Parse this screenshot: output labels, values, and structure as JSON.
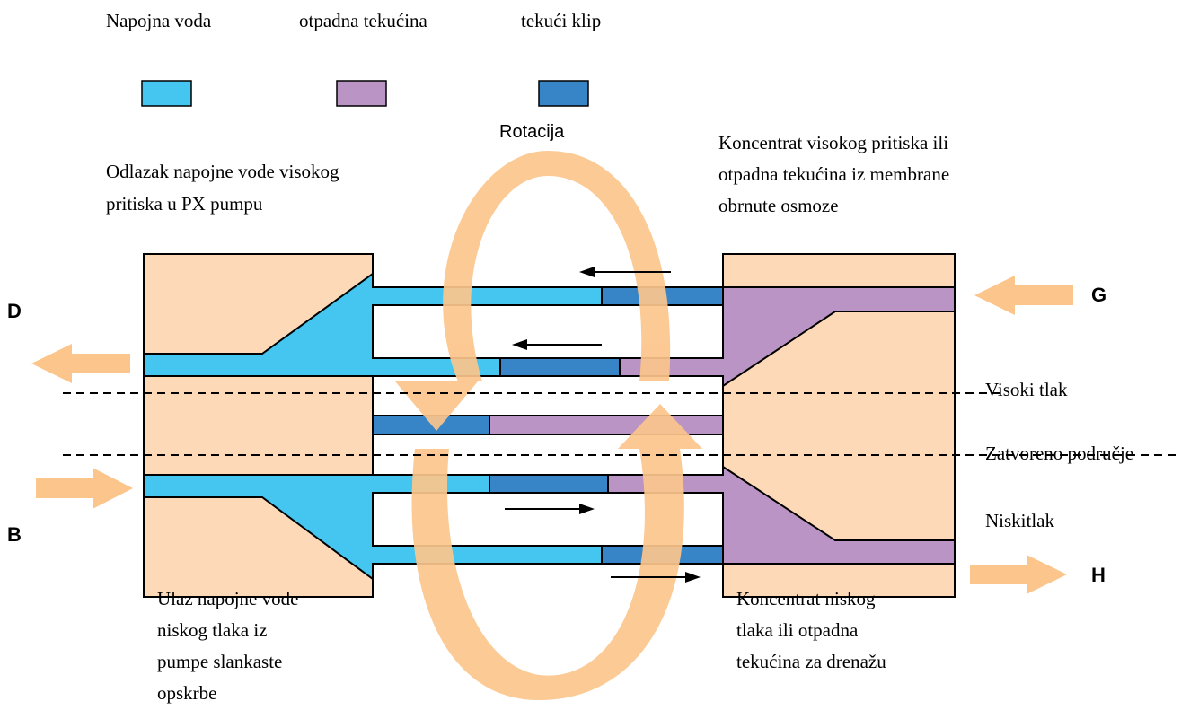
{
  "legend": {
    "items": [
      {
        "label": "Napojna  voda",
        "color": "#44c6f0"
      },
      {
        "label": "otpadna tekućina",
        "color": "#b994c4"
      },
      {
        "label": "tekući klip",
        "color": "#3784c6"
      }
    ]
  },
  "labels": {
    "rotation": "Rotacija",
    "hp_feed_out": [
      "Odlazak napojne vode visokog",
      "pritiska u PX pumpu"
    ],
    "hp_concentrate_in": [
      "Koncentrat visokog pritiska ili",
      "otpadna tekućina iz membrane",
      "obrnute osmoze"
    ],
    "high_pressure": "Visoki tlak",
    "sealed_zone": "Zatvoreno područje",
    "low_pressure": "Niskitlak",
    "lp_feed_in": [
      "Ulaz napojne vode",
      "niskog tlaka iz",
      "pumpe slankaste",
      "opskrbe"
    ],
    "lp_concentrate_out": [
      "Koncentrat niskog",
      "tlaka ili otpadna",
      "tekućina za drenažu"
    ]
  },
  "ports": {
    "D": "D",
    "B": "B",
    "G": "G",
    "H": "H"
  },
  "colors": {
    "feed": "#44c6f0",
    "brine": "#b994c4",
    "piston": "#3784c6",
    "housing": "#fdd9b8",
    "rotation_arrow": "#fcc58c",
    "port_arrow": "#fcc58c"
  }
}
